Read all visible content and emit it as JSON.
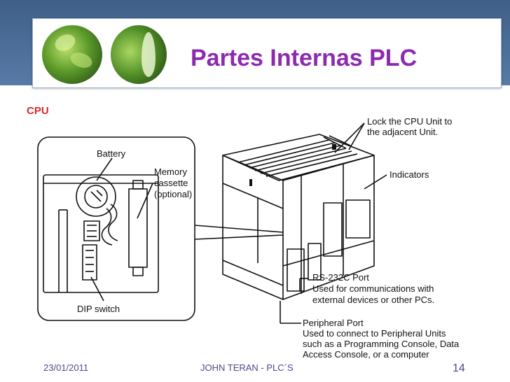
{
  "slide": {
    "title": "Partes Internas PLC",
    "section_label": "CPU",
    "accent_color": "#8c2bb0",
    "section_color": "#d42a2a"
  },
  "diagram": {
    "callouts": {
      "battery": "Battery",
      "memory_1": "Memory",
      "memory_2": "cassette",
      "memory_3": "(optional)",
      "dip": "DIP switch",
      "lock_1": "Lock the CPU Unit to",
      "lock_2": "the adjacent Unit.",
      "indicators": "Indicators",
      "rs232_1": "RS-232C Port",
      "rs232_2": "Used for communications with",
      "rs232_3": "external devices or other PCs.",
      "periph_1": "Peripheral Port",
      "periph_2": "Used to connect to Peripheral Units",
      "periph_3": "such as a Programming Console, Data",
      "periph_4": "Access Console, or a computer"
    }
  },
  "footer": {
    "date": "23/01/2011",
    "author": "JOHN TERAN   -  PLC´S",
    "page": "14"
  }
}
